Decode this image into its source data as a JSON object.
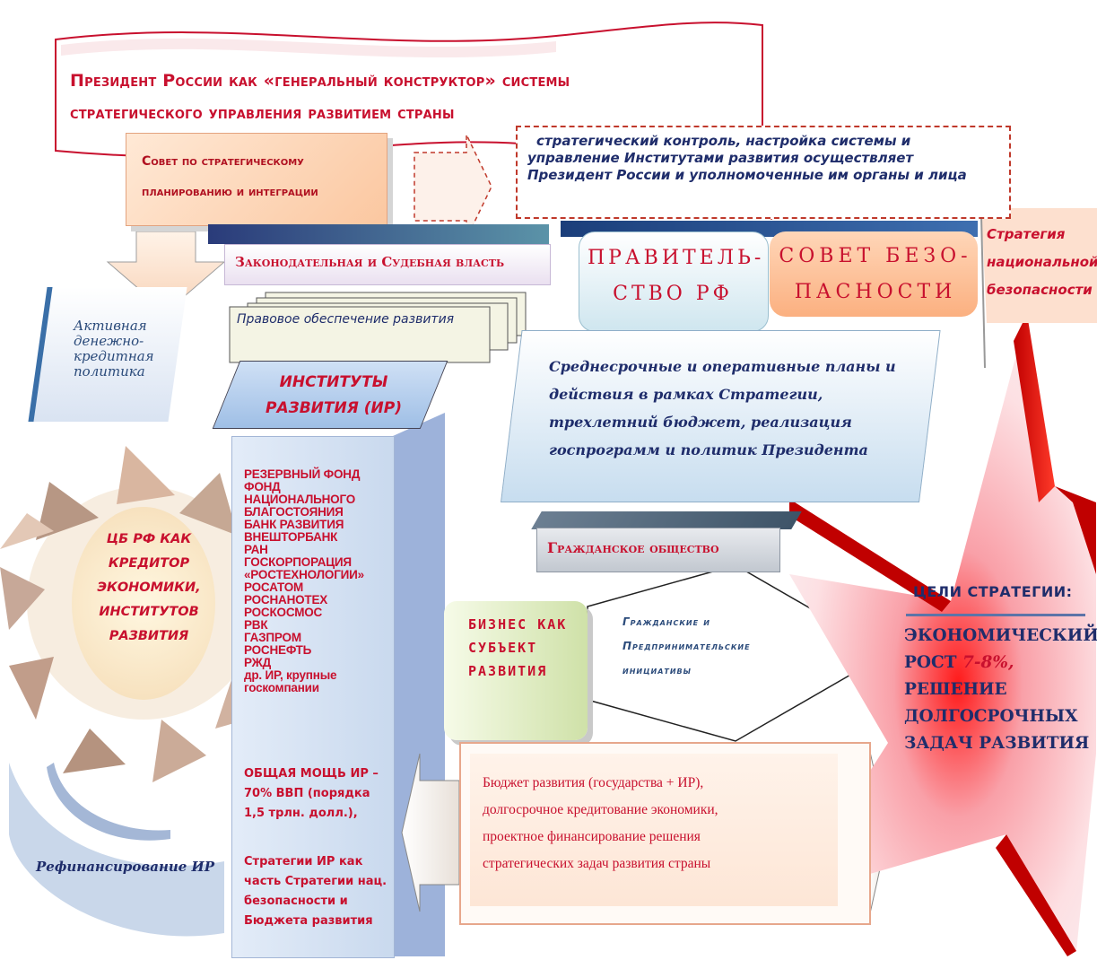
{
  "banner": {
    "line1": "Президент России как «генеральный конструктор» системы",
    "line2": "стратегического управления развитием страны"
  },
  "council": {
    "line1": "Совет по стратегическому",
    "line2": "планированию и интеграции"
  },
  "control": {
    "line1": "стратегический контроль, настройка системы и",
    "line2": "управление Институтами развития осуществляет",
    "line3": "Президент России и уполномоченные им органы и лица"
  },
  "legislative": {
    "label": "Законодательная и Судебная власть"
  },
  "legal_support": {
    "label": "Правовое обеспечение развития"
  },
  "government": {
    "line1": "ПРАВИТЕЛЬ-",
    "line2": "СТВО РФ"
  },
  "security_council": {
    "line1": "СОВЕТ БЕЗО-",
    "line2": "ПАСНОСТИ"
  },
  "national_strategy": {
    "line1": "Стратегия",
    "line2": "национальной",
    "line3": "безопасности"
  },
  "plans": {
    "line1": "Среднесрочные и оперативные планы и",
    "line2": "действия в рамках Стратегии,",
    "line3": "трехлетний бюджет, реализация",
    "line4": "госпрограмм и политик Президента"
  },
  "monetary": {
    "line1": "Активная",
    "line2": "денежно-",
    "line3": "кредитная",
    "line4": "политика"
  },
  "institutes": {
    "title_line1": "ИНСТИТУТЫ",
    "title_line2": "РАЗВИТИЯ (ИР)",
    "items": [
      "РЕЗЕРВНЫЙ ФОНД",
      "ФОНД",
      "НАЦИОНАЛЬНОГО",
      "БЛАГОСТОЯНИЯ",
      "БАНК РАЗВИТИЯ",
      "ВНЕШТОРБАНК",
      "РАН",
      "ГОСКОРПОРАЦИЯ",
      "«РОСТЕХНОЛОГИИ»",
      "РОСАТОМ",
      "РОСНАНОТЕХ",
      "РОСКОСМОС",
      "РВК",
      "ГАЗПРОМ",
      "РОСНЕФТЬ",
      "РЖД",
      "др. ИР, крупные",
      "госкомпании"
    ],
    "power_line1": "ОБЩАЯ МОЩЬ ИР –",
    "power_line2": "70% ВВП  (порядка",
    "power_line3": "1,5 трлн. долл.),",
    "strat_line1": "Стратегии ИР как",
    "strat_line2": "часть Стратегии нац.",
    "strat_line3": "безопасности  и",
    "strat_line4": "Бюджета развития"
  },
  "central_bank": {
    "line1": "ЦБ РФ КАК",
    "line2": "КРЕДИТОР",
    "line3": "ЭКОНОМИКИ,",
    "line4": "ИНСТИТУТОВ",
    "line5": "РАЗВИТИЯ"
  },
  "refinancing": {
    "label": "Рефинансирование ИР"
  },
  "civil_society": {
    "label": "Гражданское общество"
  },
  "business": {
    "line1": "БИЗНЕС КАК",
    "line2": "СУБЪЕКТ",
    "line3": "РАЗВИТИЯ"
  },
  "initiatives": {
    "line1": "Гражданские и",
    "line2": "Предпринимательские",
    "line3": "инициативы"
  },
  "budget": {
    "line1": "Бюджет развития (государства  +  ИР),",
    "line2": "долгосрочное кредитование экономики,",
    "line3": "проектное финансирование решения",
    "line4": "стратегических задач развития страны"
  },
  "goals": {
    "title": "ЦЕЛИ СТРАТЕГИИ:",
    "line1": "ЭКОНОМИЧЕСКИЙ",
    "line2a": "РОСТ ",
    "line2b": "7-8%",
    "line2c": ",",
    "line3": "РЕШЕНИЕ",
    "line4": "ДОЛГОСРОЧНЫХ",
    "line5": "ЗАДАЧ РАЗВИТИЯ"
  },
  "colors": {
    "accent_red": "#c8102e",
    "navy": "#1f2d6b",
    "star_red": "#d21a1a"
  }
}
